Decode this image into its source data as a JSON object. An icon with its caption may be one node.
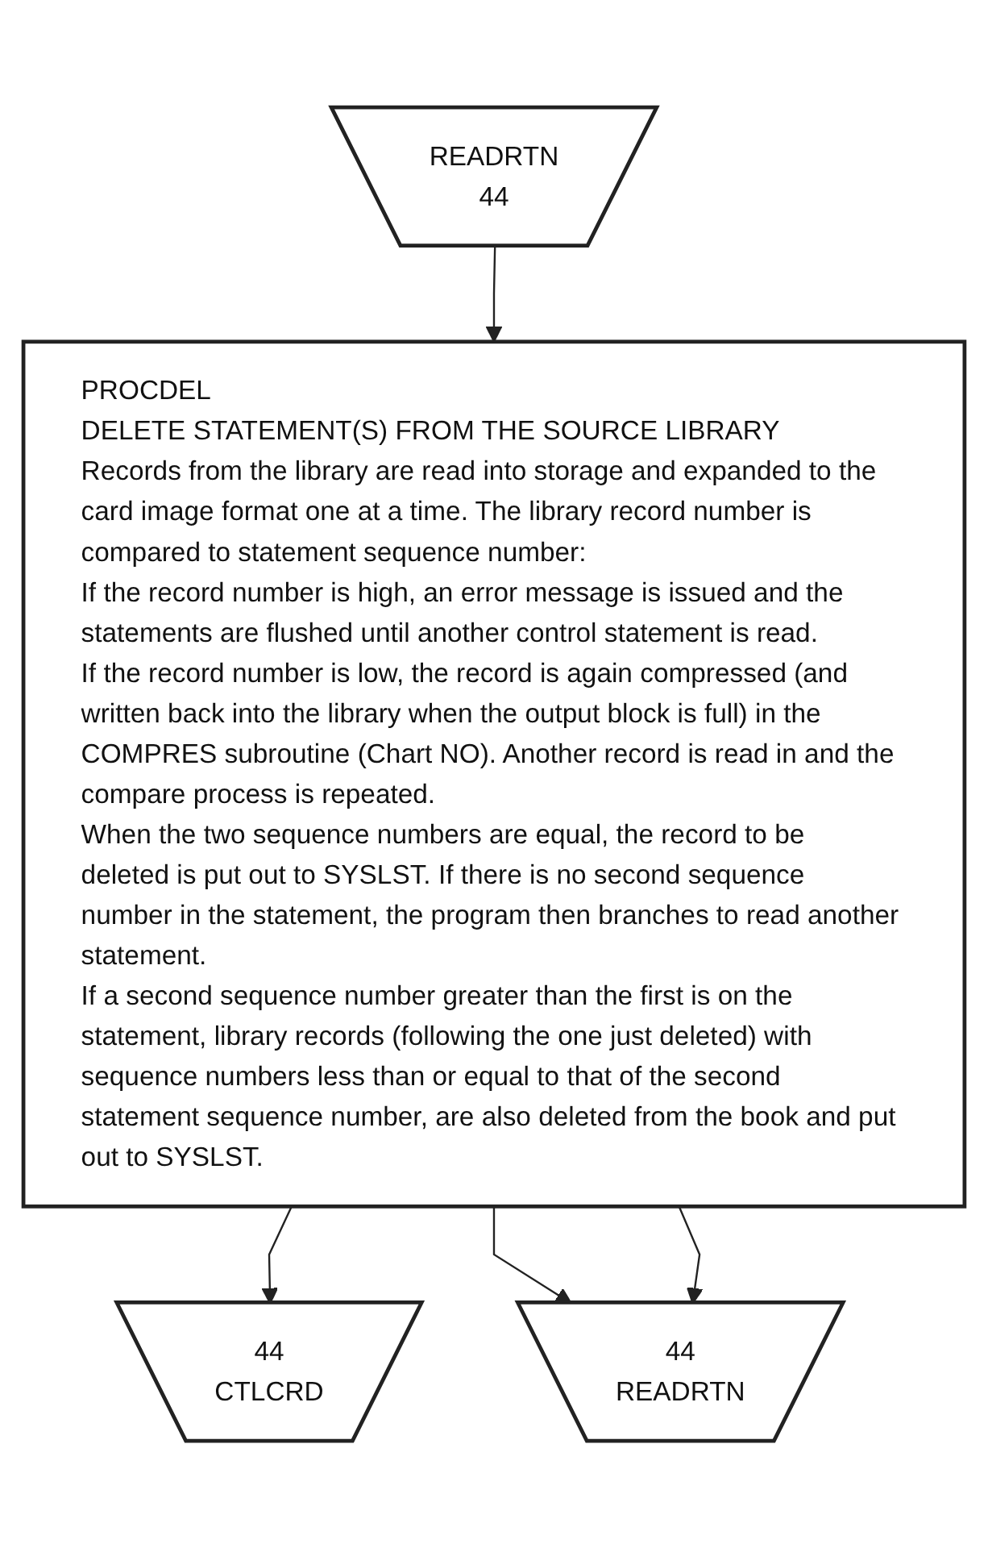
{
  "diagram": {
    "nodes": [
      {
        "text": [
          "READRTN",
          "44"
        ]
      },
      {
        "text": [
          "PROCDEL",
          "DELETE STATEMENT(S) FROM THE SOURCE LIBRARY",
          "Records from the library are read into storage and expanded to the card image format one at a time. The library record number is compared to statement sequence number:",
          "If the record number is high, an error message is issued and the statements are flushed until another control statement is read.",
          "If the record number is low, the record is again compressed (and written back into the library when the output block is full) in the COMPRES subroutine (Chart NO). Another record is read in and the compare process is repeated.",
          "When the two sequence numbers are equal, the record to be deleted is put out to SYSLST. If there is no second sequence number in the statement, the program then branches to read another statement.",
          "If a second sequence number greater than the first is on the statement, library records (following the one just deleted) with sequence numbers less than or equal to that of the second statement sequence number, are also deleted from the book and put out to SYSLST."
        ]
      },
      {
        "text": [
          "44",
          "CTLCRD"
        ]
      },
      {
        "text": [
          "44",
          "READRTN"
        ]
      }
    ],
    "edges": [
      {
        "from": 0,
        "to": 1,
        "arrow": "to"
      },
      {
        "from": 1,
        "to": 2,
        "arrow": "to"
      },
      {
        "from": 1,
        "to": 3,
        "arrow": "to"
      },
      {
        "from": 1,
        "to": 3,
        "arrow": "to"
      }
    ]
  }
}
